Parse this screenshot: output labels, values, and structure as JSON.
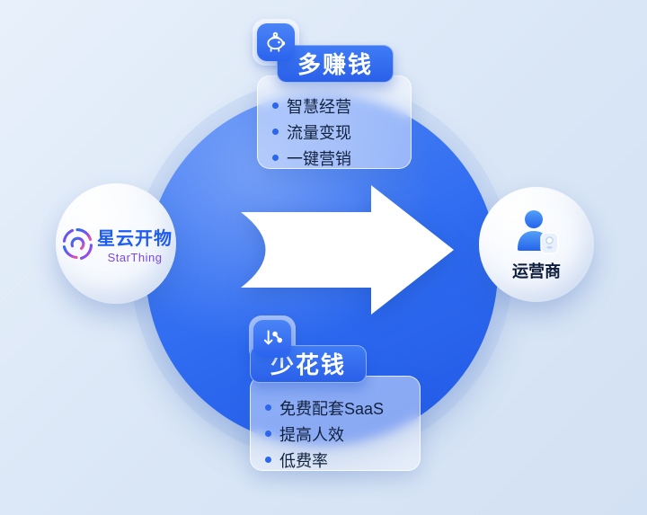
{
  "logo": {
    "title": "星云开物",
    "subtitle": "StarThing",
    "icon": "swirl-galaxy-icon"
  },
  "operator": {
    "label": "运营商",
    "icon": "person-badge-icon"
  },
  "top_card": {
    "title": "多赚钱",
    "icon": "piggy-bank-icon",
    "items": [
      "智慧经营",
      "流量变现",
      "一键营销"
    ]
  },
  "bottom_card": {
    "title": "少花钱",
    "icon": "percent-down-icon",
    "items": [
      "免费配套SaaS",
      "提高人效",
      "低费率"
    ]
  },
  "colors": {
    "accent_blue": "#2a63ee",
    "circle_blue": "#2e6bf0",
    "background": "#dde9f7",
    "text_dark": "#13223f",
    "logo_blue": "#1e5bf0",
    "logo_purple": "#7b46ee"
  }
}
